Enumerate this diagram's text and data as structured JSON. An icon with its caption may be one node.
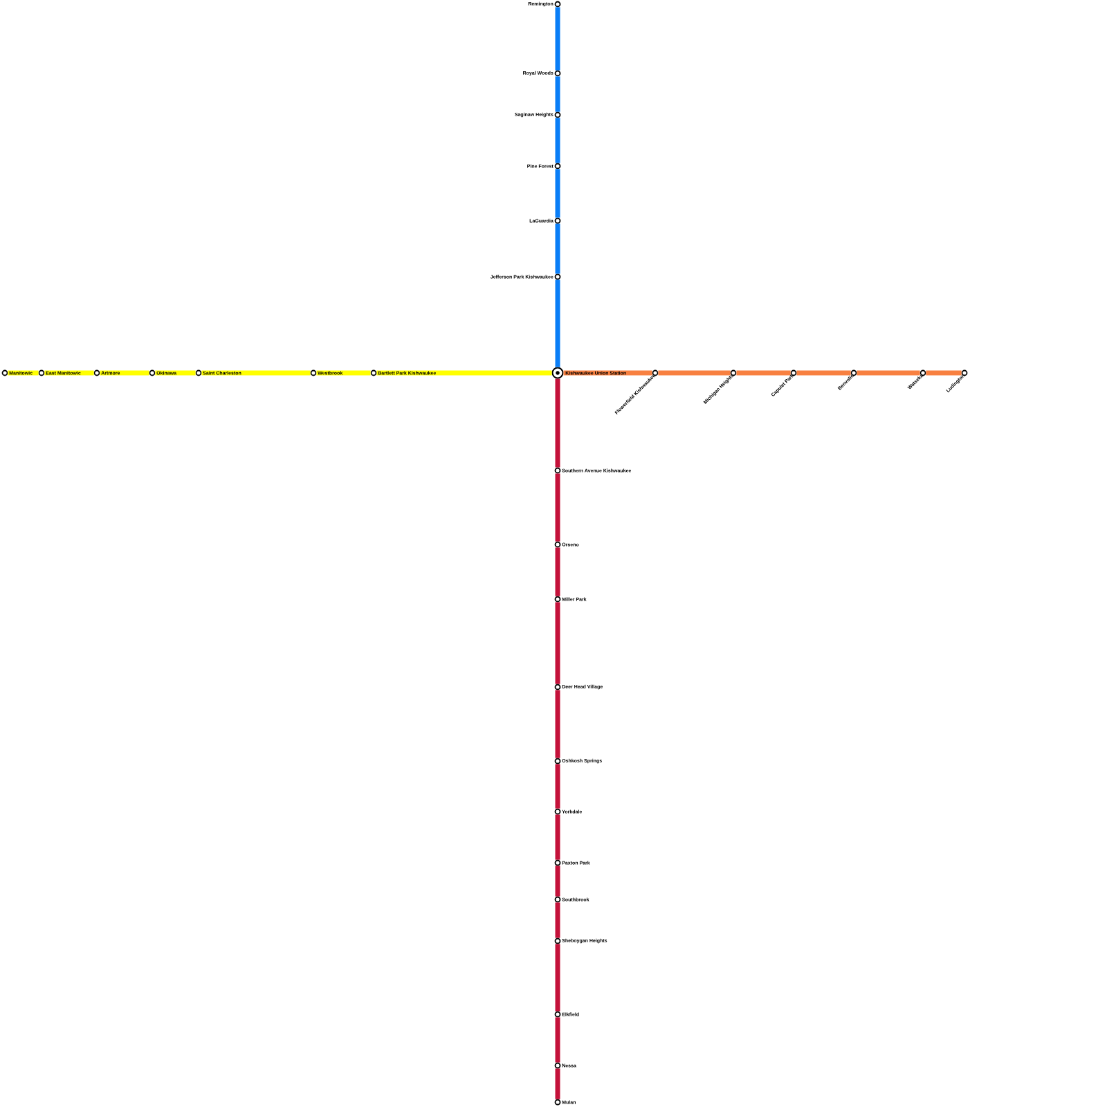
{
  "diagram": {
    "nodes": [
      {
        "text": [
          "Remington"
        ]
      },
      {
        "text": [
          "Royal Woods"
        ]
      },
      {
        "text": [
          "Saginaw Heights"
        ]
      },
      {
        "text": [
          "Pine Forest"
        ]
      },
      {
        "text": [
          "LaGuardia"
        ]
      },
      {
        "text": [
          "Jefferson Park Kishwaukee"
        ]
      },
      {
        "text": [
          "Manitowic"
        ]
      },
      {
        "text": [
          "East Manitowic"
        ]
      },
      {
        "text": [
          "Artmore"
        ]
      },
      {
        "text": [
          "Okinawa"
        ]
      },
      {
        "text": [
          "Saint Charleston"
        ]
      },
      {
        "text": [
          "Westbrook"
        ]
      },
      {
        "text": [
          "Bartlett Park Kishwaukee"
        ]
      },
      {
        "text": [
          "Kishwaukee Union Station"
        ]
      },
      {
        "text": [
          "Flowerfield Kishwaukee"
        ]
      },
      {
        "text": [
          "Michigan Heights"
        ]
      },
      {
        "text": [
          "Capulet Park"
        ]
      },
      {
        "text": [
          "Benvolio"
        ]
      },
      {
        "text": [
          "Watseka"
        ]
      },
      {
        "text": [
          "Ludington"
        ]
      },
      {
        "text": [
          "Southern Avenue Kishwaukee"
        ]
      },
      {
        "text": [
          "Orseno"
        ]
      },
      {
        "text": [
          "Miller Park"
        ]
      },
      {
        "text": [
          "Deer Head Village"
        ]
      },
      {
        "text": [
          "Oshkosh Springs"
        ]
      },
      {
        "text": [
          "Yorkdale"
        ]
      },
      {
        "text": [
          "Paxton Park"
        ]
      },
      {
        "text": [
          "Southbrook"
        ]
      },
      {
        "text": [
          "Sheboygan Heights"
        ]
      },
      {
        "text": [
          "Elkfield"
        ]
      },
      {
        "text": [
          "Nessa"
        ]
      },
      {
        "text": [
          "Mulan"
        ]
      }
    ],
    "edges": [
      {
        "from": 0,
        "to": 1,
        "arrow": "none",
        "color": "#0a7ef7"
      },
      {
        "from": 1,
        "to": 2,
        "arrow": "none",
        "color": "#0a7ef7"
      },
      {
        "from": 2,
        "to": 3,
        "arrow": "none",
        "color": "#0a7ef7"
      },
      {
        "from": 3,
        "to": 4,
        "arrow": "none",
        "color": "#0a7ef7"
      },
      {
        "from": 4,
        "to": 5,
        "arrow": "none",
        "color": "#0a7ef7"
      },
      {
        "from": 5,
        "to": 13,
        "arrow": "none",
        "color": "#0a7ef7"
      },
      {
        "from": 6,
        "to": 7,
        "arrow": "none",
        "color": "#ffff00"
      },
      {
        "from": 7,
        "to": 8,
        "arrow": "none",
        "color": "#ffff00"
      },
      {
        "from": 8,
        "to": 9,
        "arrow": "none",
        "color": "#ffff00"
      },
      {
        "from": 9,
        "to": 10,
        "arrow": "none",
        "color": "#ffff00"
      },
      {
        "from": 10,
        "to": 11,
        "arrow": "none",
        "color": "#ffff00"
      },
      {
        "from": 11,
        "to": 12,
        "arrow": "none",
        "color": "#ffff00"
      },
      {
        "from": 12,
        "to": 13,
        "arrow": "none",
        "color": "#ffff00"
      },
      {
        "from": 13,
        "to": 14,
        "arrow": "none",
        "color": "#f88040"
      },
      {
        "from": 14,
        "to": 15,
        "arrow": "none",
        "color": "#f88040"
      },
      {
        "from": 15,
        "to": 16,
        "arrow": "none",
        "color": "#f88040"
      },
      {
        "from": 16,
        "to": 17,
        "arrow": "none",
        "color": "#f88040"
      },
      {
        "from": 17,
        "to": 18,
        "arrow": "none",
        "color": "#f88040"
      },
      {
        "from": 18,
        "to": 19,
        "arrow": "none",
        "color": "#f88040"
      },
      {
        "from": 13,
        "to": 20,
        "arrow": "none",
        "color": "#c4123a"
      },
      {
        "from": 20,
        "to": 21,
        "arrow": "none",
        "color": "#c4123a"
      },
      {
        "from": 21,
        "to": 22,
        "arrow": "none",
        "color": "#c4123a"
      },
      {
        "from": 22,
        "to": 23,
        "arrow": "none",
        "color": "#c4123a"
      },
      {
        "from": 23,
        "to": 24,
        "arrow": "none",
        "color": "#c4123a"
      },
      {
        "from": 24,
        "to": 25,
        "arrow": "none",
        "color": "#c4123a"
      },
      {
        "from": 25,
        "to": 26,
        "arrow": "none",
        "color": "#c4123a"
      },
      {
        "from": 26,
        "to": 27,
        "arrow": "none",
        "color": "#c4123a"
      },
      {
        "from": 27,
        "to": 28,
        "arrow": "none",
        "color": "#c4123a"
      },
      {
        "from": 28,
        "to": 29,
        "arrow": "none",
        "color": "#c4123a"
      },
      {
        "from": 29,
        "to": 30,
        "arrow": "none",
        "color": "#c4123a"
      },
      {
        "from": 30,
        "to": 31,
        "arrow": "none",
        "color": "#c4123a"
      }
    ]
  }
}
